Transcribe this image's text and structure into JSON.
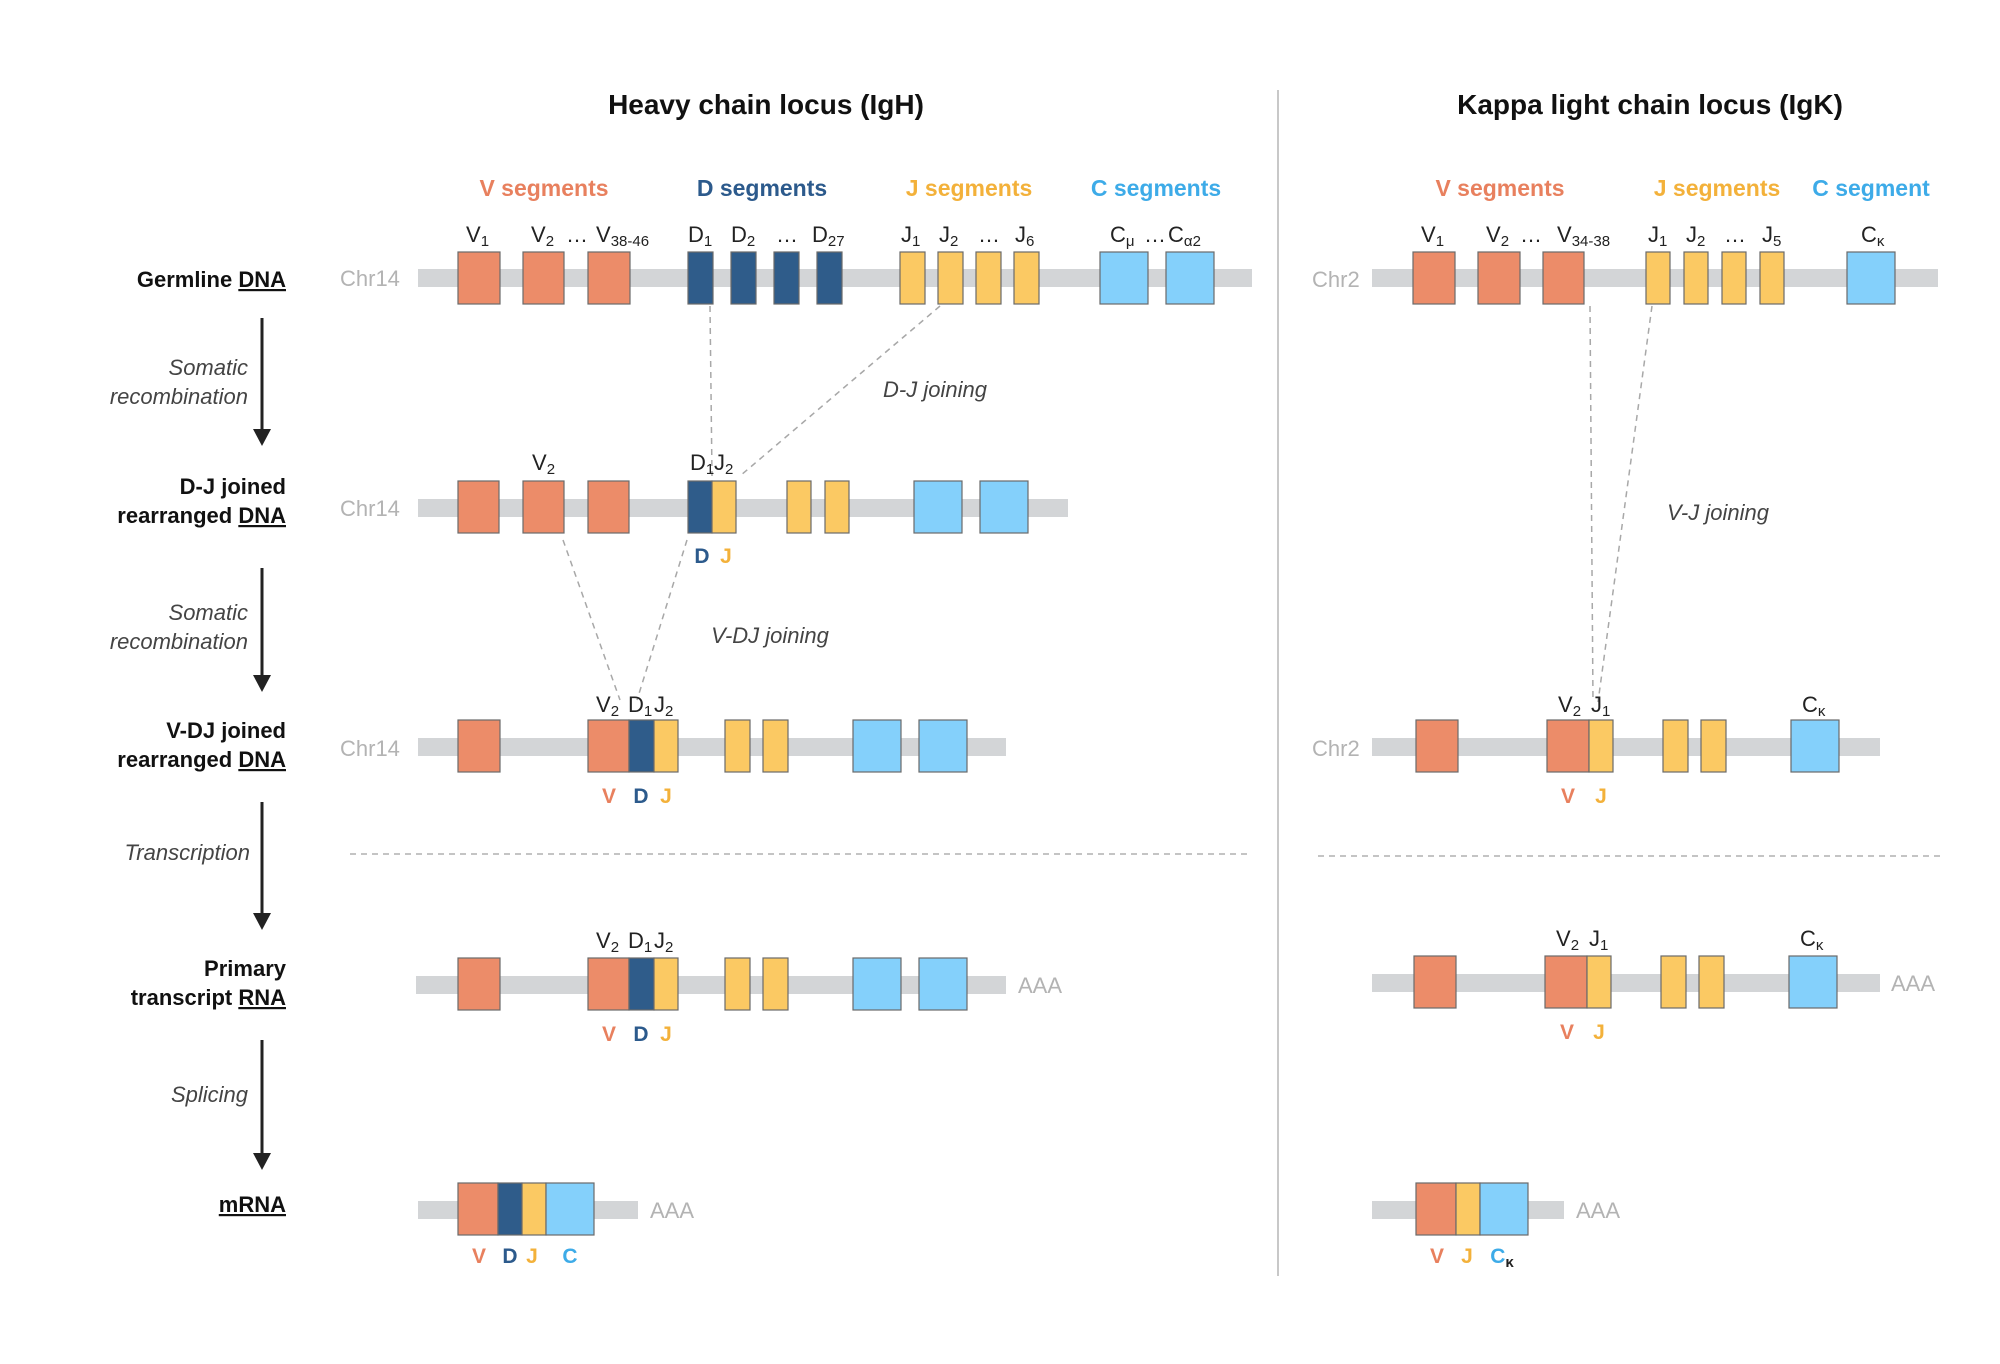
{
  "colors": {
    "v": "#EC8C69",
    "d": "#2F5C8A",
    "j": "#FBC963",
    "c": "#84D0FB",
    "track": "#D3D5D7",
    "chr": "#B3B3B3",
    "v_text": "#E8805E",
    "d_text": "#2C5A8C",
    "j_text": "#F3B13A",
    "c_text": "#3DABE8"
  },
  "titles": {
    "igh": "Heavy chain locus (IgH)",
    "igk": "Kappa light chain locus (IgK)"
  },
  "headers": {
    "igh": {
      "v": "V segments",
      "d": "D segments",
      "j": "J segments",
      "c": "C segments"
    },
    "igk": {
      "v": "V segments",
      "j": "J segments",
      "c": "C segment"
    }
  },
  "rows": {
    "germline": {
      "l1": "Germline ",
      "l1u": "DNA"
    },
    "dj": {
      "l1": "D-J joined",
      "l2": "rearranged ",
      "l2u": "DNA"
    },
    "vdj": {
      "l1": "V-DJ joined",
      "l2": "rearranged ",
      "l2u": "DNA"
    },
    "primary": {
      "l1": "Primary",
      "l2": "transcript ",
      "l2u": "RNA"
    },
    "mrna": {
      "l1u": "mRNA"
    }
  },
  "steps": {
    "somatic1": [
      "Somatic",
      "recombination"
    ],
    "somatic2": [
      "Somatic",
      "recombination"
    ],
    "transcription": "Transcription",
    "splicing": "Splicing"
  },
  "chromosomes": {
    "heavy": "Chr14",
    "kappa": "Chr2"
  },
  "joins": {
    "dj": "D-J joining",
    "vdj": "V-DJ joining",
    "vj": "V-J joining"
  },
  "tails": {
    "aaa": "AAA"
  },
  "seg_labels": {
    "V": "V",
    "D": "D",
    "J": "J",
    "C": "C",
    "dots": "…",
    "s1": "1",
    "s2": "2",
    "s5": "5",
    "s6": "6",
    "s27": "27",
    "s3846": "38-46",
    "s3438": "34-38",
    "mu": "μ",
    "a2": "α2",
    "kappa": "κ"
  },
  "legend_letters": {
    "V": "V",
    "D": "D",
    "J": "J",
    "C": "C",
    "kappa": "κ"
  }
}
